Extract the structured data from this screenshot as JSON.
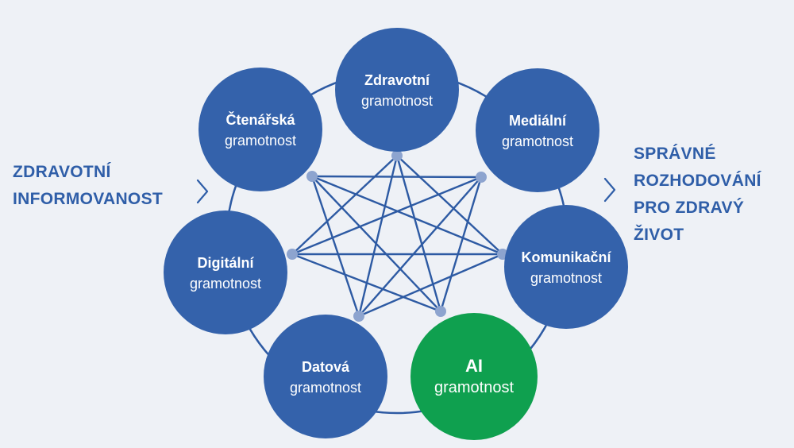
{
  "colors": {
    "background": "#eef1f6",
    "node_blue": "#3462ab",
    "node_green": "#0fa04f",
    "line_blue": "#2d5aa3",
    "joint_dot": "#8da4cf",
    "text_blue": "#2f5ea8"
  },
  "left_label": {
    "lines": [
      "ZDRAVOTNÍ",
      "INFORMOVANOST"
    ],
    "icon": "chevron-right-icon"
  },
  "right_label": {
    "lines": [
      "SPRÁVNÉ",
      "ROZHODOVÁNÍ",
      "PRO ZDRAVÝ",
      "ŽIVOT"
    ],
    "icon": "chevron-right-icon"
  },
  "nodes": [
    {
      "id": "zdravotni",
      "title": "Zdravotní",
      "subtitle": "gramotnost",
      "color": "blue"
    },
    {
      "id": "medialni",
      "title": "Mediální",
      "subtitle": "gramotnost",
      "color": "blue"
    },
    {
      "id": "komunikacni",
      "title": "Komunikační",
      "subtitle": "gramotnost",
      "color": "blue"
    },
    {
      "id": "ai",
      "title": "AI",
      "subtitle": "gramotnost",
      "color": "green"
    },
    {
      "id": "datova",
      "title": "Datová",
      "subtitle": "gramotnost",
      "color": "blue"
    },
    {
      "id": "digitalni",
      "title": "Digitální",
      "subtitle": "gramotnost",
      "color": "blue"
    },
    {
      "id": "ctenarska",
      "title": "Čtenářská",
      "subtitle": "gramotnost",
      "color": "blue"
    }
  ],
  "connections": [
    [
      "zdravotni",
      "komunikacni"
    ],
    [
      "zdravotni",
      "ai"
    ],
    [
      "zdravotni",
      "datova"
    ],
    [
      "zdravotni",
      "digitalni"
    ],
    [
      "medialni",
      "ai"
    ],
    [
      "medialni",
      "datova"
    ],
    [
      "medialni",
      "digitalni"
    ],
    [
      "medialni",
      "ctenarska"
    ],
    [
      "komunikacni",
      "datova"
    ],
    [
      "komunikacni",
      "digitalni"
    ],
    [
      "komunikacni",
      "ctenarska"
    ],
    [
      "ai",
      "digitalni"
    ],
    [
      "ai",
      "ctenarska"
    ],
    [
      "datova",
      "ctenarska"
    ]
  ]
}
